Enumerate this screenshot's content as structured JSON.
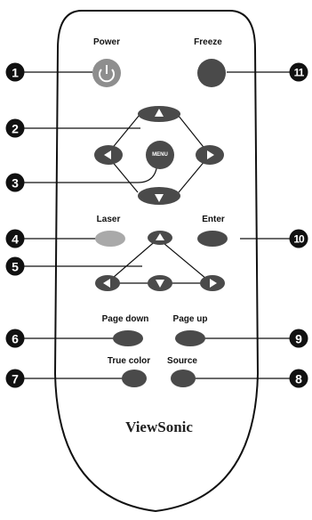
{
  "labels": {
    "power": "Power",
    "freeze": "Freeze",
    "laser": "Laser",
    "enter": "Enter",
    "page_down": "Page down",
    "page_up": "Page up",
    "true_color": "True color",
    "source": "Source",
    "menu": "MENU"
  },
  "brand": "ViewSonic",
  "callouts": [
    "1",
    "2",
    "3",
    "4",
    "5",
    "6",
    "7",
    "8",
    "9",
    "10",
    "11"
  ],
  "colors": {
    "remote_body": "#ffffff",
    "remote_outline": "#111111",
    "button_dark": "#4a4a4a",
    "power_button": "#8e8e8e",
    "laser_button": "#a9a9a9",
    "callout_fill": "#111111"
  },
  "icons": {
    "power": "power-icon",
    "arrows": [
      "arrow-up-icon",
      "arrow-left-icon",
      "arrow-right-icon",
      "arrow-down-icon"
    ]
  }
}
